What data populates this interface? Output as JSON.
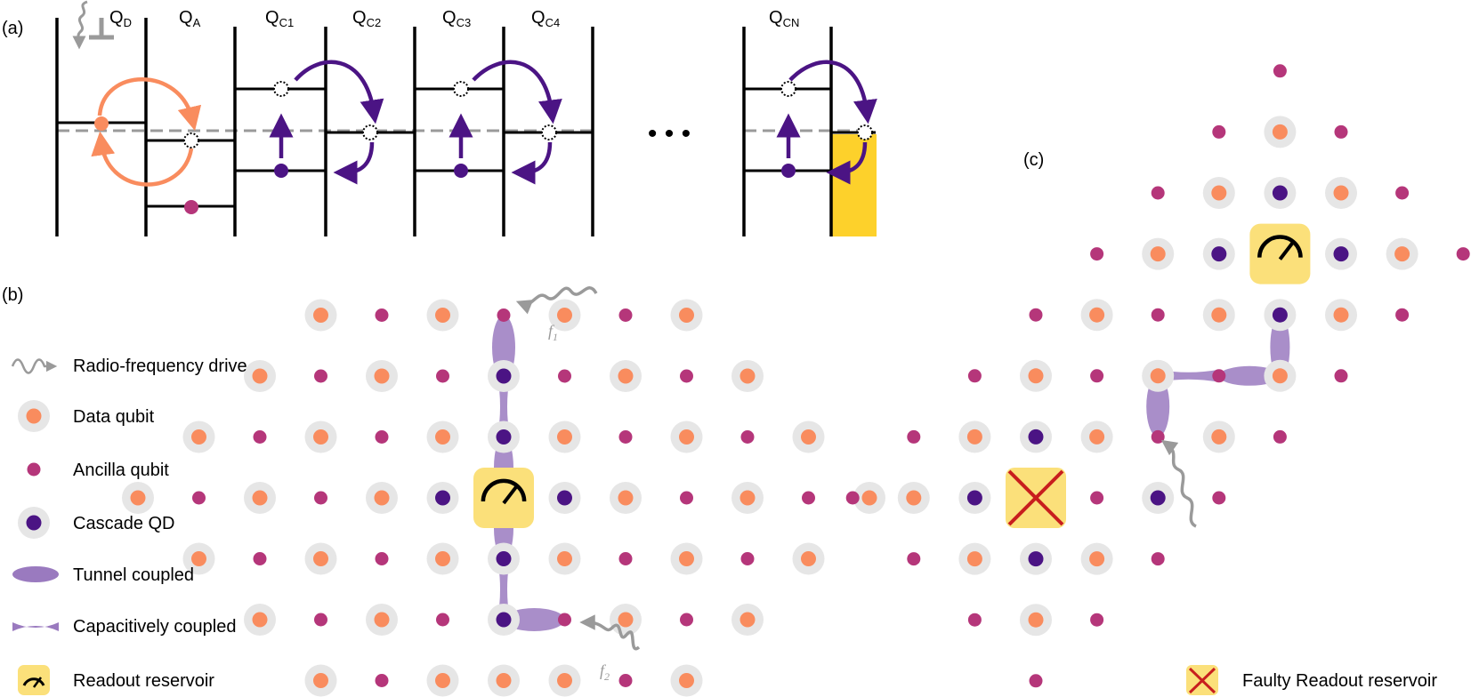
{
  "panels": {
    "a": "(a)",
    "b": "(b)",
    "c": "(c)"
  },
  "qd_labels": [
    {
      "base": "Q",
      "sub": "D"
    },
    {
      "base": "Q",
      "sub": "A"
    },
    {
      "base": "Q",
      "sub": "C1"
    },
    {
      "base": "Q",
      "sub": "C2"
    },
    {
      "base": "Q",
      "sub": "C3"
    },
    {
      "base": "Q",
      "sub": "C4"
    },
    {
      "base": "Q",
      "sub": "CN"
    }
  ],
  "ellipsis": "• • •",
  "legend": {
    "rf_drive": "Radio-frequency drive",
    "data_qubit": "Data qubit",
    "ancilla_qubit": "Ancilla qubit",
    "cascade_qd": "Cascade QD",
    "tunnel": "Tunnel coupled",
    "capacitive": "Capacitively coupled",
    "readout": "Readout reservoir"
  },
  "drive_labels": {
    "f1": {
      "base": "f",
      "sub": "1"
    },
    "f2": {
      "base": "f",
      "sub": "2"
    }
  },
  "faulty_label": "Faulty Readout reservoir",
  "colors": {
    "data": "#f98c5e",
    "ancilla": "#b5367a",
    "cascade": "#4b1484",
    "halo": "#e6e6e6",
    "tunnel": "#9a7abf",
    "reservoir": "#fbe07a",
    "reservoir_strong": "#fdd12b",
    "fault": "#c81e1e",
    "rf": "#9a9a9a"
  }
}
